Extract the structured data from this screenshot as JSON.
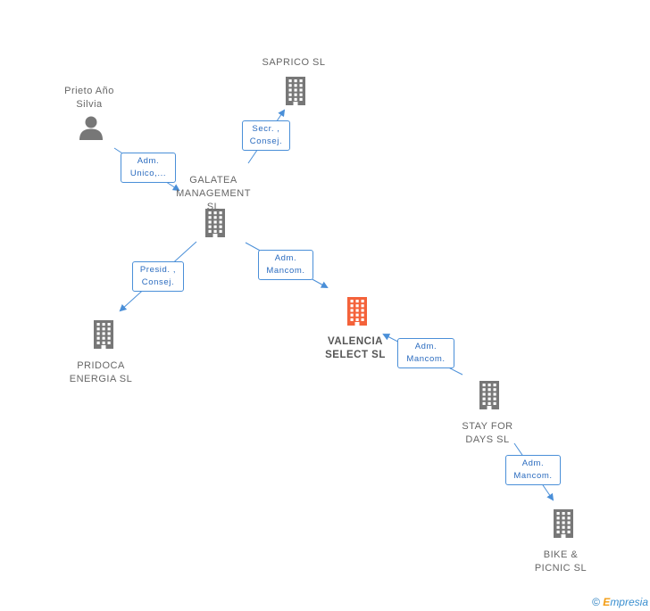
{
  "diagram": {
    "nodes": [
      {
        "id": "prieto",
        "type": "person",
        "label": "Prieto Año\nSilvia",
        "focus": false
      },
      {
        "id": "saprico",
        "type": "company",
        "label": "SAPRICO SL",
        "focus": false
      },
      {
        "id": "galatea",
        "type": "company",
        "label": "GALATEA\nMANAGEMENT\nSL",
        "focus": false
      },
      {
        "id": "valencia",
        "type": "company",
        "label": "VALENCIA\nSELECT SL",
        "focus": true
      },
      {
        "id": "pridoca",
        "type": "company",
        "label": "PRIDOCA\nENERGIA SL",
        "focus": false
      },
      {
        "id": "stayfor",
        "type": "company",
        "label": "STAY FOR\nDAYS SL",
        "focus": false
      },
      {
        "id": "bike",
        "type": "company",
        "label": "BIKE &\nPICNIC SL",
        "focus": false
      }
    ],
    "edges": [
      {
        "from": "prieto",
        "to": "galatea",
        "label": "Adm.\nUnico,..."
      },
      {
        "from": "galatea",
        "to": "saprico",
        "label": "Secr. ,\nConsej."
      },
      {
        "from": "galatea",
        "to": "pridoca",
        "label": "Presid. ,\nConsej."
      },
      {
        "from": "galatea",
        "to": "valencia",
        "label": "Adm.\nMancom."
      },
      {
        "from": "stayfor",
        "to": "valencia",
        "label": "Adm.\nMancom."
      },
      {
        "from": "stayfor",
        "to": "bike",
        "label": "Adm.\nMancom."
      }
    ],
    "colors": {
      "node": "#777777",
      "focus_node": "#f4623a",
      "edge": "#4a8fd8"
    }
  },
  "footer": {
    "copyright_symbol": "©",
    "brand_first": "E",
    "brand_rest": "mpresia"
  }
}
